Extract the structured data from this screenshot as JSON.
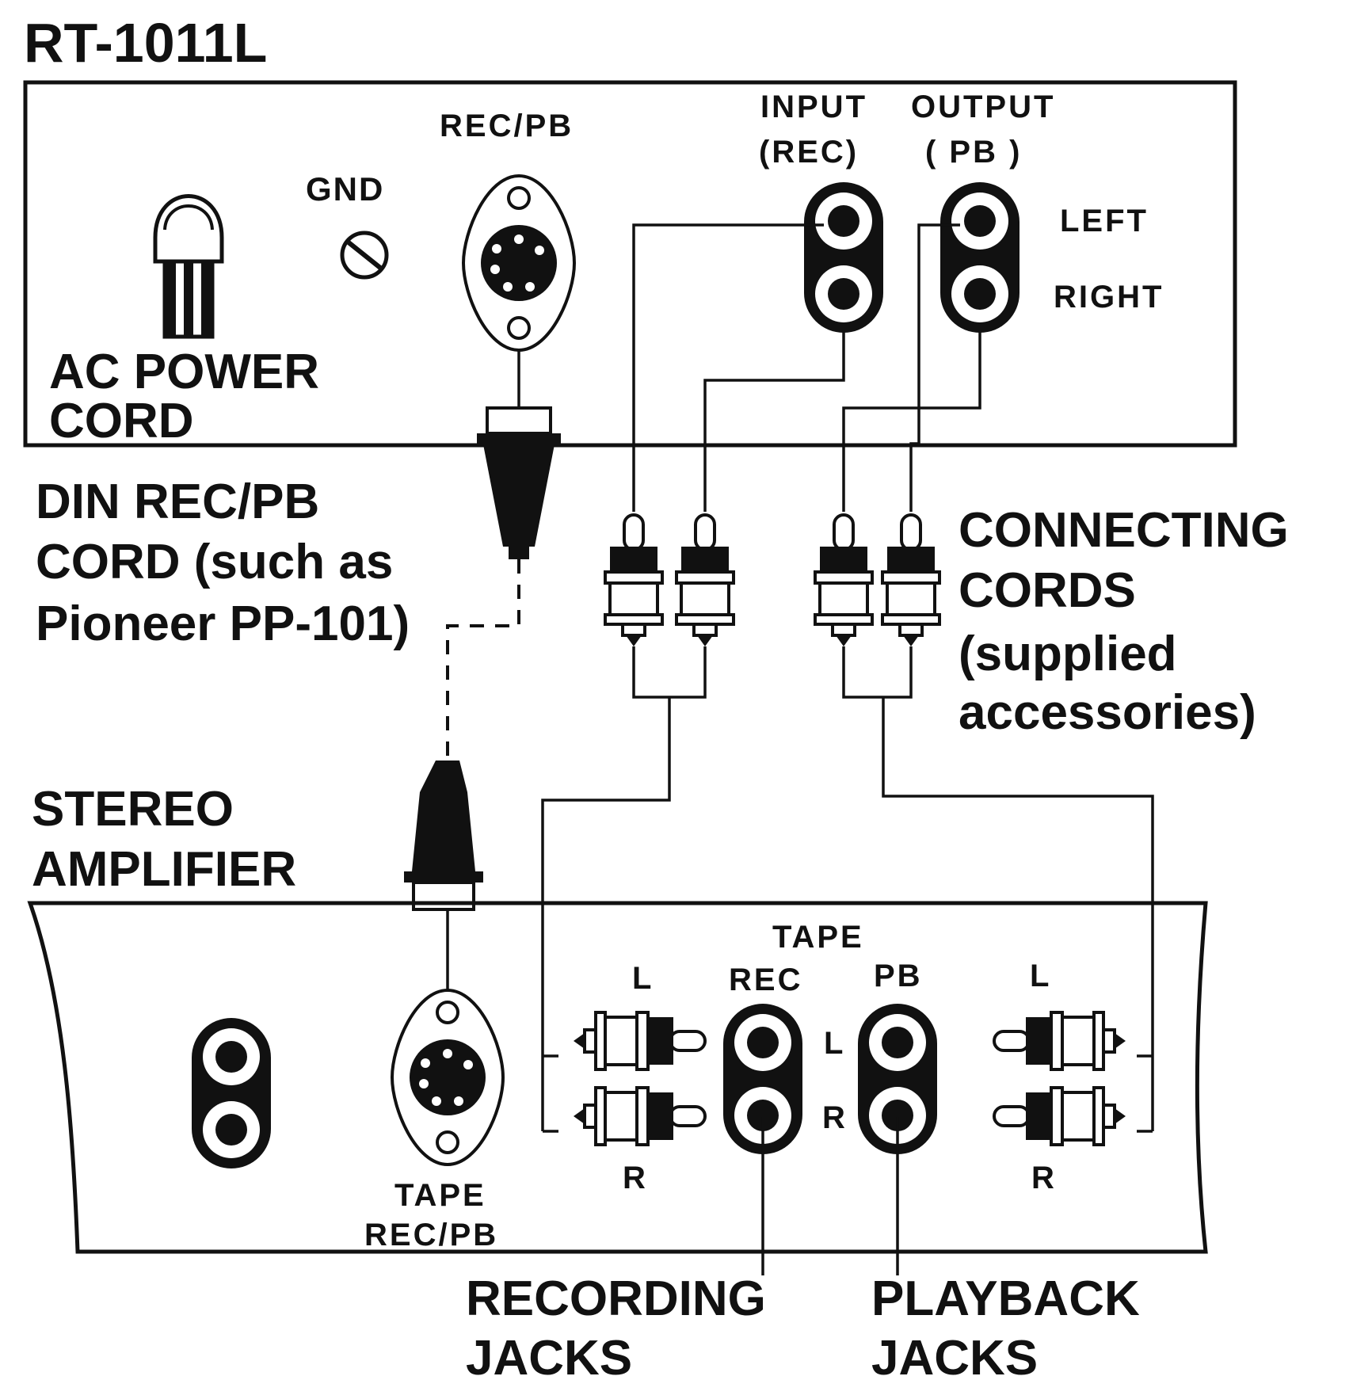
{
  "title": "RT-1011L",
  "recorder": {
    "ac_power_cord": [
      "AC POWER",
      "CORD"
    ],
    "gnd": "GND",
    "rec_pb": "REC/PB",
    "input": "INPUT",
    "input_sub": "(REC)",
    "output": "OUTPUT",
    "output_sub": "( PB )",
    "left": "LEFT",
    "right": "RIGHT"
  },
  "din_cord": [
    "DIN REC/PB",
    "CORD (such as",
    "Pioneer PP-101)"
  ],
  "connecting_cords": [
    "CONNECTING",
    "CORDS",
    "(supplied",
    "accessories)"
  ],
  "amplifier": {
    "title": [
      "STEREO",
      "AMPLIFIER"
    ],
    "tape": "TAPE",
    "rec": "REC",
    "pb": "PB",
    "l": "L",
    "r": "R",
    "tape_rec_pb": [
      "TAPE",
      "REC/PB"
    ]
  },
  "recording_jacks": [
    "RECORDING",
    "JACKS"
  ],
  "playback_jacks": [
    "PLAYBACK",
    "JACKS"
  ]
}
